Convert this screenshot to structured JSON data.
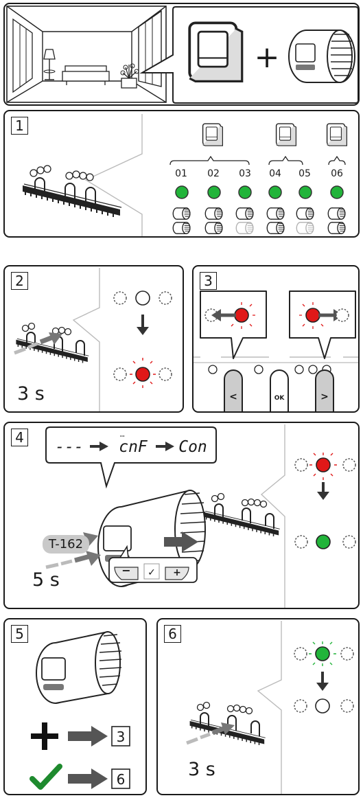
{
  "steps": [
    {
      "number": "1"
    },
    {
      "number": "2",
      "duration": "3 s"
    },
    {
      "number": "3",
      "buttons": {
        "prev": "<",
        "ok": "OK",
        "next": ">"
      }
    },
    {
      "number": "4",
      "model": "T-162",
      "duration": "5 s",
      "display_sequence": [
        "---",
        "cnF",
        "Con"
      ],
      "keypad": {
        "minus": "−",
        "check": "✓",
        "plus": "+"
      }
    },
    {
      "number": "5",
      "add_next_go_to": "3",
      "done_go_to": "6"
    },
    {
      "number": "6",
      "duration": "3 s"
    }
  ],
  "channels": [
    {
      "label": "01"
    },
    {
      "label": "02"
    },
    {
      "label": "03"
    },
    {
      "label": "04"
    },
    {
      "label": "05"
    },
    {
      "label": "06"
    }
  ],
  "symbols": {
    "plus": "+"
  },
  "colors": {
    "led_green": "#22b43a",
    "led_red": "#e01818",
    "chip_gray": "#c9c9c9",
    "done_check": "#1e8a2e",
    "arrow_gray": "#5a5a5a"
  }
}
